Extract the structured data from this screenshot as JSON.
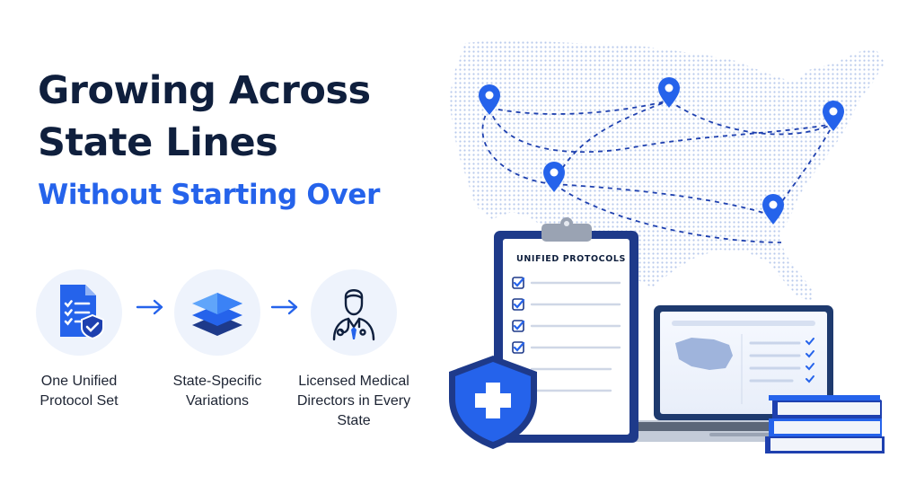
{
  "headline": {
    "line1": "Growing Across",
    "line2": "State Lines",
    "line3": "Without Starting Over"
  },
  "steps": [
    {
      "label": "One Unified Protocol Set",
      "icon": "protocol-document-shield-icon"
    },
    {
      "label": "State-Specific Variations",
      "icon": "stacked-layers-icon"
    },
    {
      "label": "Licensed Medical Directors in Every State",
      "icon": "doctor-stethoscope-icon"
    }
  ],
  "clipboard": {
    "title": "UNIFIED PROTOCOLS"
  },
  "colors": {
    "navy": "#0f1f3d",
    "accent": "#2563eb",
    "soft": "#eef3fc"
  }
}
